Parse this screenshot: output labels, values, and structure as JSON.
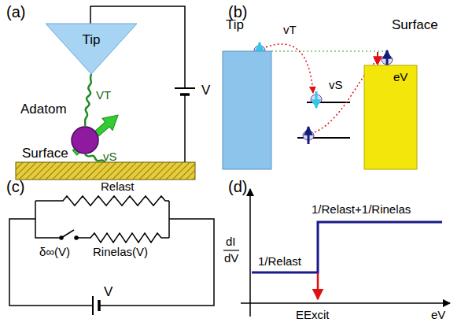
{
  "diagram": {
    "nodes": [
      {
        "text": [
          "Tip"
        ]
      },
      {
        "text": [
          "Adatom"
        ]
      },
      {
        "text": [
          "Surface"
        ]
      },
      {
        "text": [
          "Tip"
        ]
      },
      {
        "text": [
          "Surface"
        ]
      }
    ],
    "edges": [
      {
        "from": 0,
        "to": 1,
        "label": "VT",
        "arrow": "none"
      },
      {
        "from": 1,
        "to": 2,
        "label": "vS",
        "arrow": "none"
      }
    ],
    "labels": [
      "(a)",
      "V",
      "(b)",
      "vT",
      "vS",
      "eV",
      "(c)",
      "Relast",
      "δ∞(V)",
      "Rinelas(V)",
      "V",
      "(d)",
      "dI",
      "dV",
      "1/Relast",
      "1/Relast+1/Rinelas",
      "EExcit",
      "eV"
    ]
  }
}
